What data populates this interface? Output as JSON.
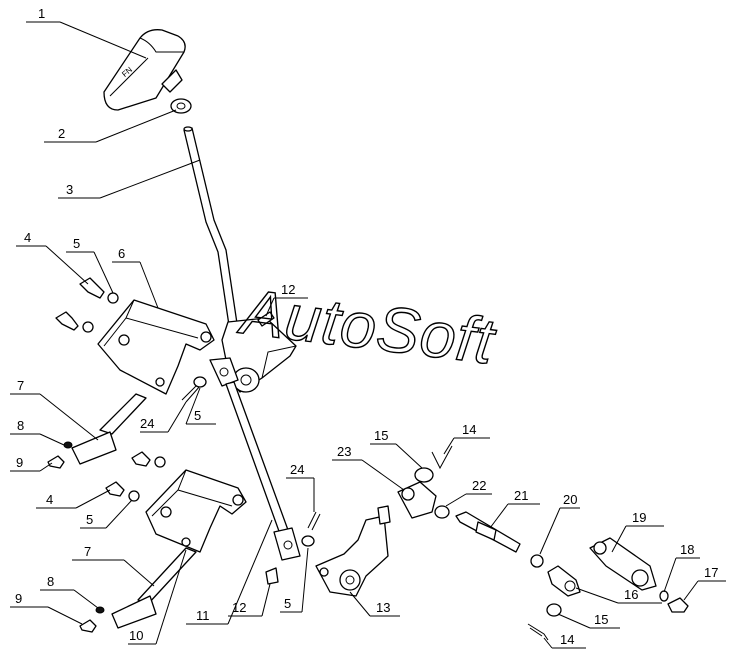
{
  "watermark": "AutoSoft",
  "callouts": [
    {
      "id": "c1",
      "label": "1"
    },
    {
      "id": "c2",
      "label": "2"
    },
    {
      "id": "c3",
      "label": "3"
    },
    {
      "id": "c4a",
      "label": "4"
    },
    {
      "id": "c5a",
      "label": "5"
    },
    {
      "id": "c6",
      "label": "6"
    },
    {
      "id": "c12a",
      "label": "12"
    },
    {
      "id": "c7a",
      "label": "7"
    },
    {
      "id": "c8a",
      "label": "8"
    },
    {
      "id": "c9a",
      "label": "9"
    },
    {
      "id": "c24a",
      "label": "24"
    },
    {
      "id": "c5b",
      "label": "5"
    },
    {
      "id": "c4b",
      "label": "4"
    },
    {
      "id": "c5c",
      "label": "5"
    },
    {
      "id": "c7b",
      "label": "7"
    },
    {
      "id": "c8b",
      "label": "8"
    },
    {
      "id": "c9b",
      "label": "9"
    },
    {
      "id": "c10",
      "label": "10"
    },
    {
      "id": "c11",
      "label": "11"
    },
    {
      "id": "c12b",
      "label": "12"
    },
    {
      "id": "c5d",
      "label": "5"
    },
    {
      "id": "c24b",
      "label": "24"
    },
    {
      "id": "c13",
      "label": "13"
    },
    {
      "id": "c23",
      "label": "23"
    },
    {
      "id": "c15a",
      "label": "15"
    },
    {
      "id": "c14a",
      "label": "14"
    },
    {
      "id": "c22",
      "label": "22"
    },
    {
      "id": "c21",
      "label": "21"
    },
    {
      "id": "c20",
      "label": "20"
    },
    {
      "id": "c19",
      "label": "19"
    },
    {
      "id": "c16",
      "label": "16"
    },
    {
      "id": "c18",
      "label": "18"
    },
    {
      "id": "c17",
      "label": "17"
    },
    {
      "id": "c15b",
      "label": "15"
    },
    {
      "id": "c14b",
      "label": "14"
    }
  ]
}
